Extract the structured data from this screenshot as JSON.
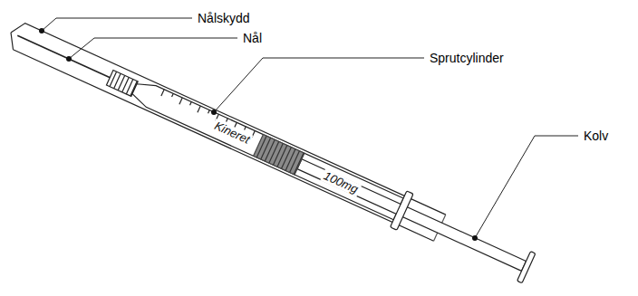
{
  "diagram": {
    "labels": [
      "Nålskydd",
      "Nål",
      "Sprutcylinder",
      "Kolv",
      "Kineret",
      "100mg"
    ]
  }
}
